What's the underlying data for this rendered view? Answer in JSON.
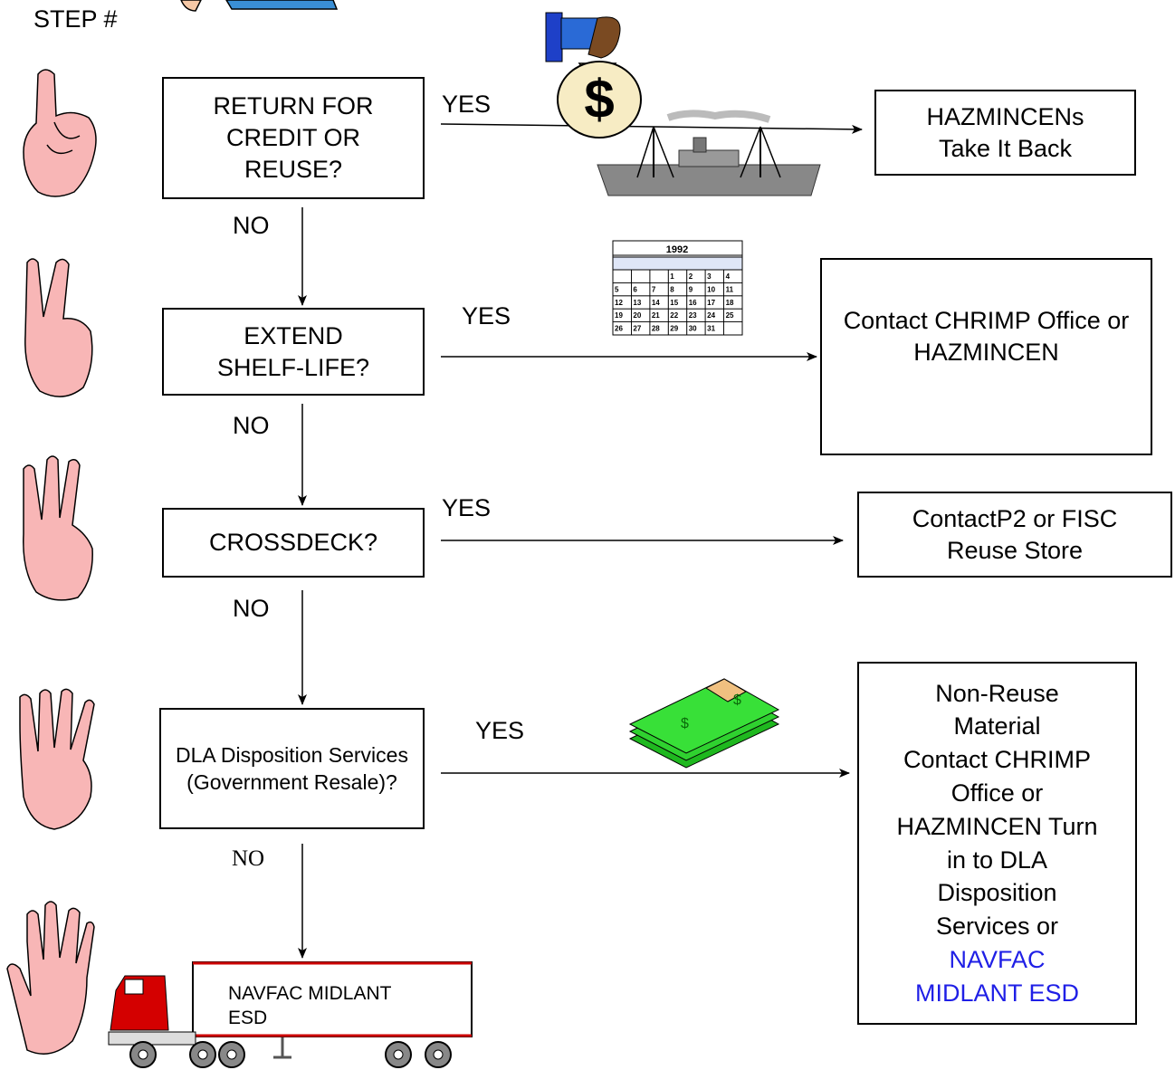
{
  "header": {
    "step_label": "STEP #"
  },
  "steps": [
    {
      "question": "RETURN FOR CREDIT OR REUSE?",
      "yes": "YES",
      "no": "NO",
      "outcome": "HAZMINCENs Take It Back"
    },
    {
      "question": "EXTEND SHELF-LIFE?",
      "yes": "YES",
      "no": "NO",
      "outcome": "Contact CHRIMP Office or HAZMINCEN"
    },
    {
      "question": "CROSSDECK?",
      "yes": "YES",
      "no": "NO",
      "outcome": "ContactP2 or FISC Reuse Store"
    },
    {
      "question": "DLA Disposition Services (Government Resale)?",
      "yes": "YES",
      "no": "NO",
      "outcome_lines": [
        "Non-Reuse",
        "Material",
        "Contact CHRIMP",
        "Office or",
        "HAZMINCEN Turn",
        "in to DLA",
        "Disposition",
        "Services or"
      ],
      "outcome_link_lines": [
        "NAVFAC",
        "MIDLANT ESD"
      ]
    }
  ],
  "final": {
    "truck_label_line1": "NAVFAC MIDLANT",
    "truck_label_line2": "ESD"
  },
  "calendar": {
    "year": "1992",
    "rows": [
      [
        "",
        "",
        "",
        "1",
        "2",
        "3",
        "4"
      ],
      [
        "5",
        "6",
        "7",
        "8",
        "9",
        "10",
        "11"
      ],
      [
        "12",
        "13",
        "14",
        "15",
        "16",
        "17",
        "18"
      ],
      [
        "19",
        "20",
        "21",
        "22",
        "23",
        "24",
        "25"
      ],
      [
        "26",
        "27",
        "28",
        "29",
        "30",
        "31",
        ""
      ]
    ]
  },
  "icons": [
    "money-bag-icon",
    "ship-icon",
    "calendar-icon",
    "cash-stack-icon",
    "truck-icon",
    "hand-one-finger-icon",
    "hand-two-fingers-icon",
    "hand-three-fingers-icon",
    "hand-four-fingers-icon",
    "hand-five-fingers-icon"
  ],
  "colors": {
    "link": "#1f1fe6",
    "hand": "#f8b6b6",
    "cash": "#2fd12f",
    "truck_cab": "#d40000",
    "ship": "#8a8a8a"
  }
}
